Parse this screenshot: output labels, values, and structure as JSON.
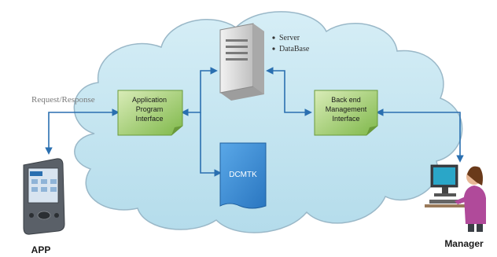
{
  "server_notes": [
    "Server",
    "DataBase"
  ],
  "request_label": "Request/Response",
  "api_box": {
    "lines": [
      "Application",
      "Program",
      "Interface"
    ]
  },
  "backend_box": {
    "lines": [
      "Back end",
      "Management",
      "Interface"
    ]
  },
  "dcmtk_label": "DCMTK",
  "app_label": "APP",
  "manager_label": "Manager",
  "colors": {
    "cloud_fill": "#bfe3ef",
    "cloud_stroke": "#9ab8c8",
    "arrow": "#2a6fb0",
    "box_fill": "#8fc45a",
    "dcmtk_fill": "#3d8fd6"
  }
}
